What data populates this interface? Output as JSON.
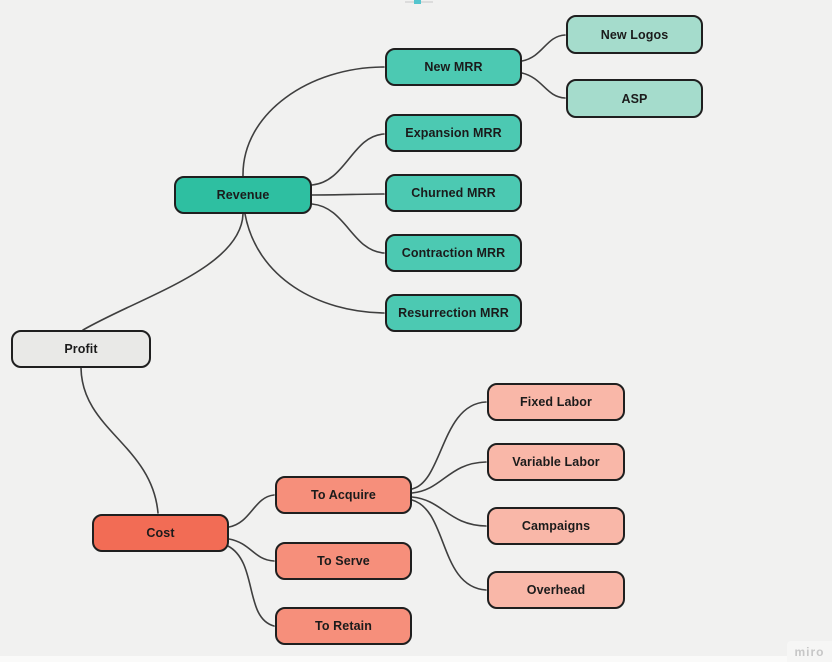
{
  "canvas": {
    "app": "miro",
    "background": "#f1f1f0"
  },
  "colors": {
    "node_border": "#1f1f1f",
    "connector": "#3f3f3f",
    "text": "#1b1b1b",
    "root_gray": "#e9e9e7",
    "revenue_teal": "#2ebfa1",
    "mrr_teal": "#4cc9b2",
    "leaf_teal": "#a5dccc",
    "cost_red": "#f26c55",
    "cost_mid_salmon": "#f68f7b",
    "cost_leaf_pink": "#f9b7a8",
    "selection_handle": "#54c5ce"
  },
  "mindmap": {
    "nodes": [
      {
        "id": "profit",
        "label": "Profit",
        "fill": "#e9e9e7"
      },
      {
        "id": "revenue",
        "label": "Revenue",
        "fill": "#2ebfa1"
      },
      {
        "id": "new-mrr",
        "label": "New MRR",
        "fill": "#4cc9b2"
      },
      {
        "id": "expansion-mrr",
        "label": "Expansion MRR",
        "fill": "#4cc9b2"
      },
      {
        "id": "churned-mrr",
        "label": "Churned MRR",
        "fill": "#4cc9b2"
      },
      {
        "id": "contraction-mrr",
        "label": "Contraction MRR",
        "fill": "#4cc9b2"
      },
      {
        "id": "resurrection-mrr",
        "label": "Resurrection MRR",
        "fill": "#4cc9b2"
      },
      {
        "id": "new-logos",
        "label": "New Logos",
        "fill": "#a5dccc"
      },
      {
        "id": "asp",
        "label": "ASP",
        "fill": "#a5dccc"
      },
      {
        "id": "cost",
        "label": "Cost",
        "fill": "#f26c55"
      },
      {
        "id": "to-acquire",
        "label": "To Acquire",
        "fill": "#f68f7b"
      },
      {
        "id": "to-serve",
        "label": "To Serve",
        "fill": "#f68f7b"
      },
      {
        "id": "to-retain",
        "label": "To Retain",
        "fill": "#f68f7b"
      },
      {
        "id": "fixed-labor",
        "label": "Fixed Labor",
        "fill": "#f9b7a8"
      },
      {
        "id": "variable-labor",
        "label": "Variable Labor",
        "fill": "#f9b7a8"
      },
      {
        "id": "campaigns",
        "label": "Campaigns",
        "fill": "#f9b7a8"
      },
      {
        "id": "overhead",
        "label": "Overhead",
        "fill": "#f9b7a8"
      }
    ],
    "edges": [
      [
        "profit",
        "revenue"
      ],
      [
        "profit",
        "cost"
      ],
      [
        "revenue",
        "new-mrr"
      ],
      [
        "revenue",
        "expansion-mrr"
      ],
      [
        "revenue",
        "churned-mrr"
      ],
      [
        "revenue",
        "contraction-mrr"
      ],
      [
        "revenue",
        "resurrection-mrr"
      ],
      [
        "new-mrr",
        "new-logos"
      ],
      [
        "new-mrr",
        "asp"
      ],
      [
        "cost",
        "to-acquire"
      ],
      [
        "cost",
        "to-serve"
      ],
      [
        "cost",
        "to-retain"
      ],
      [
        "to-acquire",
        "fixed-labor"
      ],
      [
        "to-acquire",
        "variable-labor"
      ],
      [
        "to-acquire",
        "campaigns"
      ],
      [
        "to-acquire",
        "overhead"
      ]
    ]
  },
  "watermark": {
    "label": "miro"
  }
}
